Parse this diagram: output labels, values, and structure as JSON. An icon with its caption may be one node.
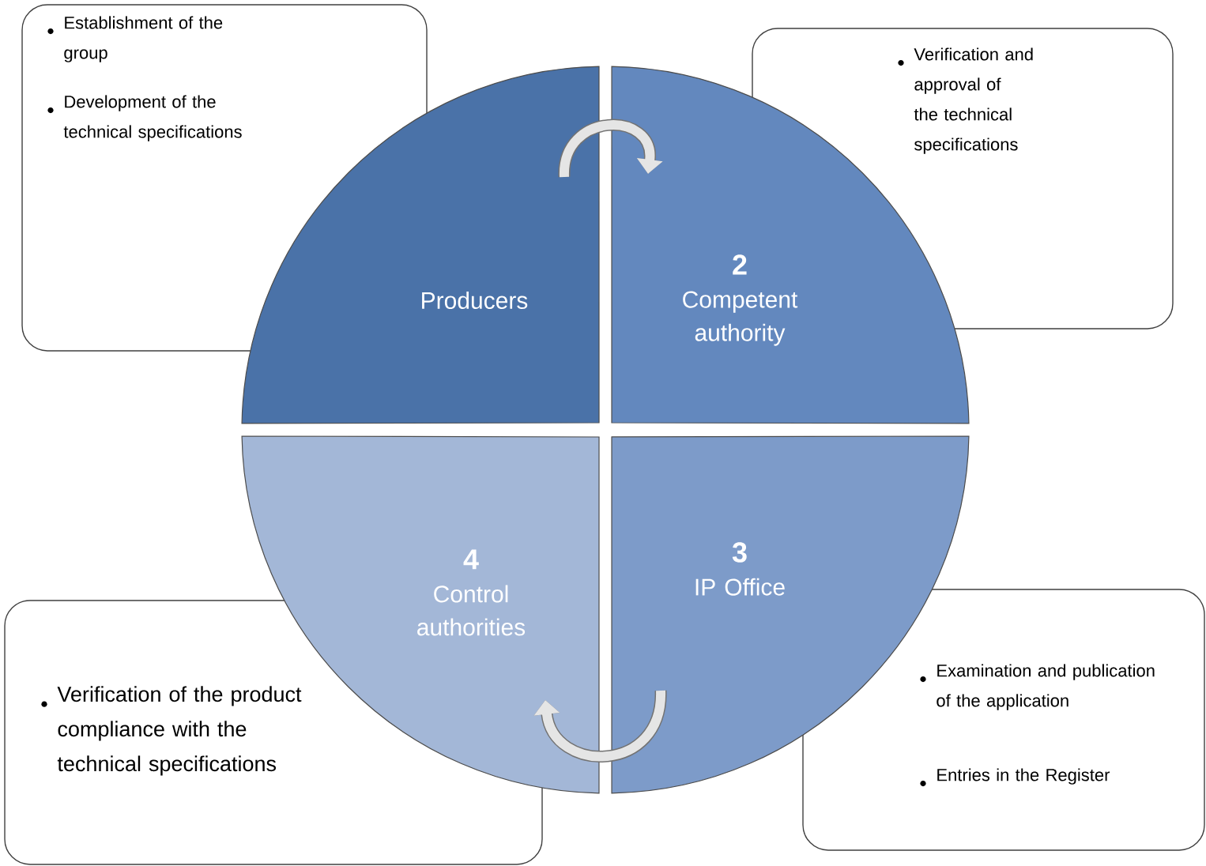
{
  "diagram": {
    "nodes": [
      {
        "text": [
          "Establishment of the group",
          "Development of the technical specifications"
        ]
      },
      {
        "text": [
          "Verification and approval of the technical specifications"
        ]
      },
      {
        "text": [
          "Producers"
        ]
      },
      {
        "text": [
          "2",
          "Competent authority"
        ]
      },
      {
        "text": [
          "4",
          "Control authorities"
        ]
      },
      {
        "text": [
          "3",
          "IP Office"
        ]
      },
      {
        "text": [
          "Verification of the product compliance with the technical specifications"
        ]
      },
      {
        "text": [
          "Examination and publication of the application",
          "Entries in the Register"
        ]
      }
    ],
    "edges": [
      {
        "from": 2,
        "to": 3,
        "arrow": "to"
      },
      {
        "from": 5,
        "to": 4,
        "arrow": "to"
      }
    ]
  }
}
